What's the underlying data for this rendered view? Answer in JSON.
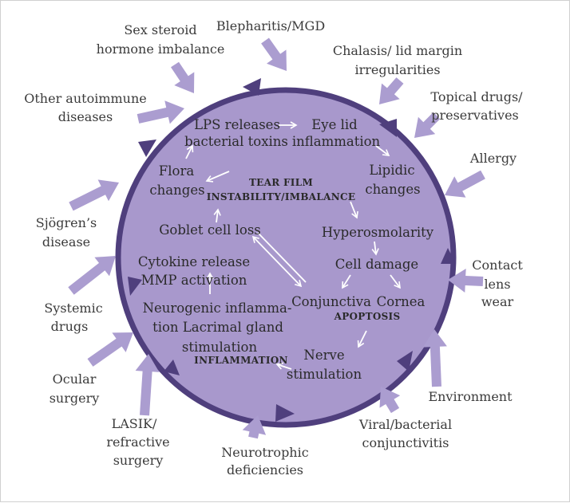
{
  "colors": {
    "circle_fill": "#a898cc",
    "circle_stroke": "#4f3f7d",
    "external_arrow": "#ab9dd0",
    "inner_arrow": "#ffffff",
    "text": "#333333"
  },
  "center": {
    "title_line1": "TEAR FILM",
    "title_line2": "INSTABILITY/IMBALANCE",
    "apoptosis": "APOPTOSIS",
    "inflammation": "INFLAMMATION"
  },
  "cycle": {
    "lps_1": "LPS releases",
    "lps_2": "bacterial toxins",
    "eyelid_1": "Eye lid",
    "eyelid_2": "inflammation",
    "lipidic_1": "Lipidic",
    "lipidic_2": "changes",
    "hyperosmolarity": "Hyperosmolarity",
    "cell_damage": "Cell damage",
    "conjunctiva": "Conjunctiva",
    "cornea": "Cornea",
    "nerve_1": "Nerve",
    "nerve_2": "stimulation",
    "neuro_1": "Neurogenic inflamma-",
    "neuro_2": "tion Lacrimal gland",
    "neuro_3": "stimulation",
    "cytokine_1": "Cytokine release",
    "cytokine_2": "MMP activation",
    "goblet": "Goblet cell loss",
    "flora_1": "Flora",
    "flora_2": "changes"
  },
  "factors": {
    "sex_1": "Sex steroid",
    "sex_2": "hormone imbalance",
    "blepharitis": "Blepharitis/MGD",
    "chalasis_1": "Chalasis/ lid margin",
    "chalasis_2": "irregularities",
    "topical_1": "Topical drugs/",
    "topical_2": "preservatives",
    "allergy": "Allergy",
    "contact_1": "Contact",
    "contact_2": "lens",
    "contact_3": "wear",
    "environment": "Environment",
    "viral_1": "Viral/bacterial",
    "viral_2": "conjunctivitis",
    "neurotrophic_1": "Neurotrophic",
    "neurotrophic_2": "deficiencies",
    "lasik_1": "LASIK/",
    "lasik_2": "refractive",
    "lasik_3": "surgery",
    "ocular_1": "Ocular",
    "ocular_2": "surgery",
    "systemic_1": "Systemic",
    "systemic_2": "drugs",
    "sjogren_1": "Sjögren’s",
    "sjogren_2": "disease",
    "autoimmune_1": "Other autoimmune",
    "autoimmune_2": "diseases"
  }
}
